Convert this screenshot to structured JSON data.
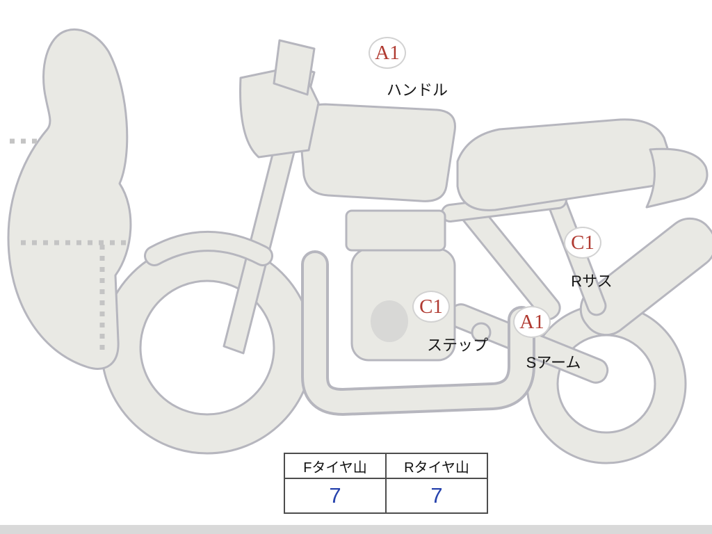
{
  "markers": [
    {
      "code": "A1",
      "label": "ハンドル"
    },
    {
      "code": "C1",
      "label": "ステップ"
    },
    {
      "code": "A1",
      "label": "Sアーム"
    },
    {
      "code": "C1",
      "label": "Rサス"
    }
  ],
  "tire_table": {
    "front_header": "Fタイヤ山",
    "rear_header": "Rタイヤ山",
    "front_value": "7",
    "rear_value": "7"
  },
  "colors": {
    "marker_text": "#b03a31",
    "marker_border": "#d2d2d2",
    "tire_value_text": "#2743ad",
    "body_fill": "#e9e9e4",
    "body_stroke": "#b6b6be",
    "table_border": "#4d4d4d"
  }
}
